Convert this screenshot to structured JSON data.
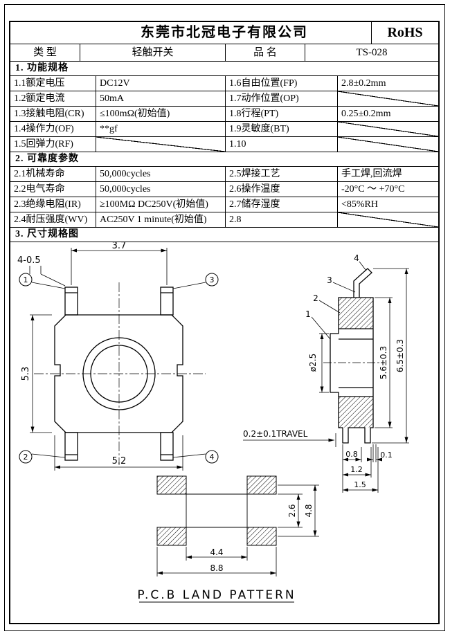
{
  "header": {
    "company": "东莞市北冠电子有限公司",
    "rohs": "RoHS"
  },
  "product": {
    "type_label": "类 型",
    "type_value": "轻触开关",
    "name_label": "品 名",
    "name_value": "TS-028"
  },
  "section1": {
    "title": "1. 功能规格",
    "rows": [
      {
        "left_label": "1.1额定电压",
        "left_value": "DC12V",
        "right_label": "1.6自由位置(FP)",
        "right_value": "2.8±0.2mm"
      },
      {
        "left_label": "1.2额定电流",
        "left_value": "50mA",
        "right_label": "1.7动作位置(OP)",
        "right_value": ""
      },
      {
        "left_label": "1.3接触电阻(CR)",
        "left_value": "≤100mΩ(初始值)",
        "right_label": "1.8行程(PT)",
        "right_value": "0.25±0.2mm"
      },
      {
        "left_label": "1.4操作力(OF)",
        "left_value": "**gf",
        "right_label": "1.9灵敏度(BT)",
        "right_value": ""
      },
      {
        "left_label": "1.5回弹力(RF)",
        "left_value": "",
        "right_label": "1.10",
        "right_value": ""
      }
    ]
  },
  "section2": {
    "title": "2. 可靠度参数",
    "rows": [
      {
        "left_label": "2.1机械寿命",
        "left_value": "50,000cycles",
        "right_label": "2.5焊接工艺",
        "right_value": "手工焊,回流焊"
      },
      {
        "left_label": "2.2电气寿命",
        "left_value": "50,000cycles",
        "right_label": "2.6操作温度",
        "right_value": "-20°C ～ +70°C"
      },
      {
        "left_label": "2.3绝缘电阻(IR)",
        "left_value": "≥100MΩ DC250V(初始值)",
        "right_label": "2.7储存湿度",
        "right_value": "<85%RH"
      },
      {
        "left_label": "2.4耐压强度(WV)",
        "left_value": "AC250V 1 minute(初始值)",
        "right_label": "2.8",
        "right_value": ""
      }
    ]
  },
  "section3": {
    "title": "3. 尺寸规格图",
    "callouts": [
      "1",
      "2",
      "3",
      "4"
    ],
    "dims": {
      "pin_pitch": "3.7",
      "pin_width": "4-0.5",
      "body_height": "5.3",
      "body_width": "5.2",
      "button_dia": "ø2.5",
      "height_inner": "5.6±0.3",
      "height_outer": "6.5±0.3",
      "travel": "0.2±0.1TRAVEL",
      "d_08": "0.8",
      "d_01": "0.1",
      "d_12": "1.2",
      "d_15": "1.5",
      "pcb_gap": "2.6",
      "pcb_span_v": "4.8",
      "pcb_inner": "4.4",
      "pcb_outer": "8.8",
      "pcb_title": "P.C.B LAND PATTERN"
    }
  }
}
